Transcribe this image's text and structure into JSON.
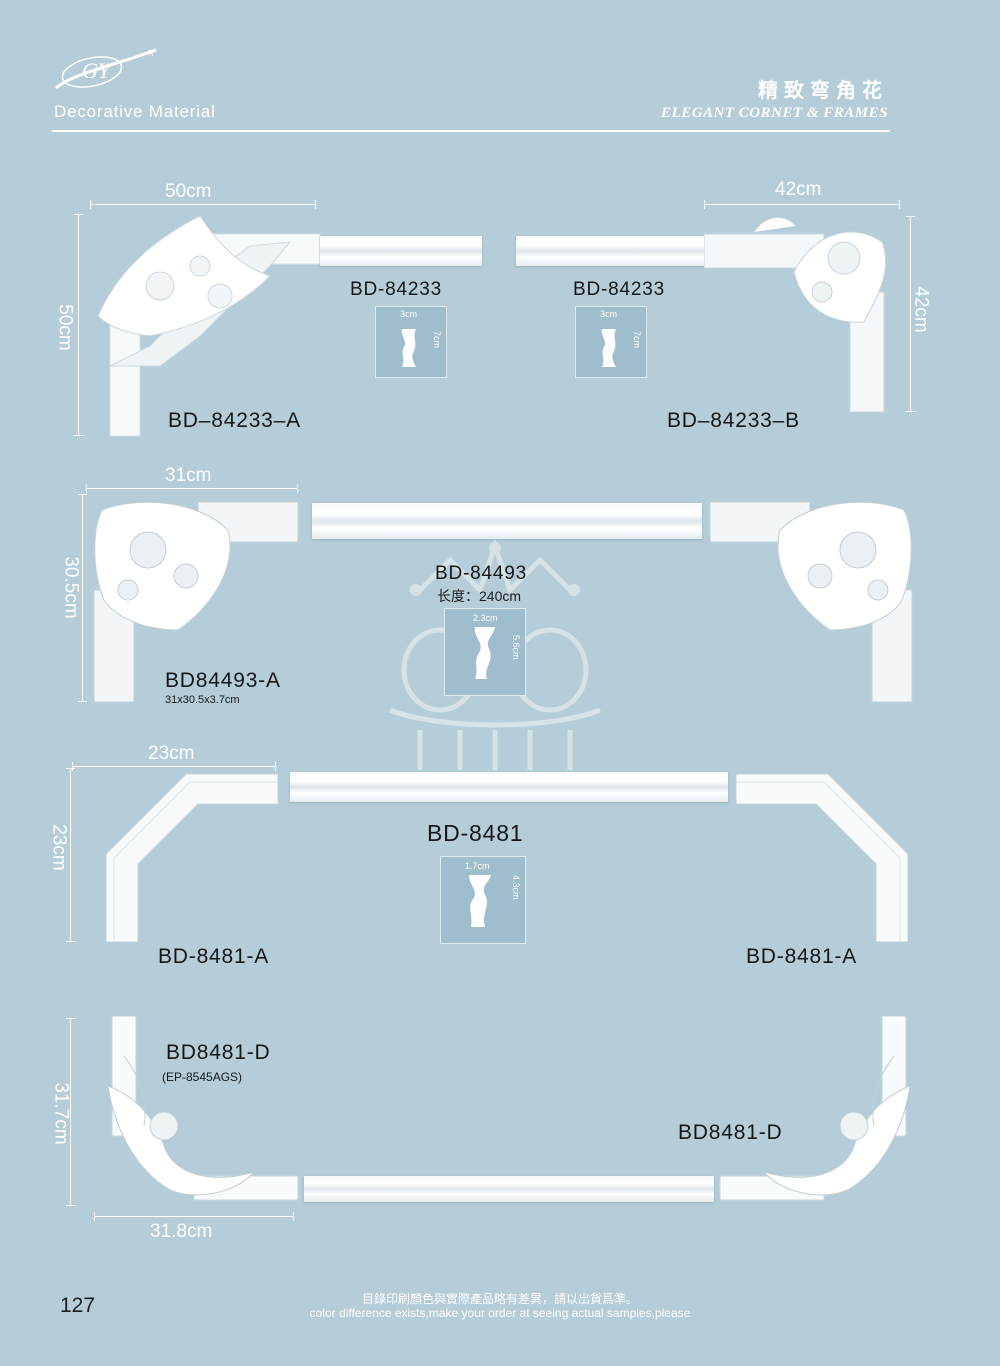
{
  "header": {
    "logo_text": "GY",
    "logo_mark": "R",
    "brand": "Decorative Material",
    "title_cn": "精致弯角花",
    "title_en": "ELEGANT CORNET & FRAMES"
  },
  "section1": {
    "left": {
      "dim_width": "50cm",
      "dim_height": "50cm",
      "label": "BD–84233–A"
    },
    "right": {
      "dim_width": "42cm",
      "dim_height": "42cm",
      "label": "BD–84233–B"
    },
    "profile_left": {
      "code": "BD-84233",
      "w": "3cm",
      "h": "7cm"
    },
    "profile_right": {
      "code": "BD-84233",
      "w": "3cm",
      "h": "7cm"
    }
  },
  "section2": {
    "dim_width": "31cm",
    "dim_height": "30.5cm",
    "label": "BD84493-A",
    "size": "31x30.5x3.7cm",
    "profile": {
      "code": "BD-84493",
      "length": "长度：240cm",
      "w": "2.3cm",
      "h": "5.6cm"
    }
  },
  "section3": {
    "dim_width": "23cm",
    "dim_height": "23cm",
    "label_left": "BD-8481-A",
    "label_right": "BD-8481-A",
    "profile": {
      "code": "BD-8481",
      "w": "1.7cm",
      "h": "4.3cm"
    }
  },
  "section4": {
    "dim_height": "31.7cm",
    "dim_width": "31.8cm",
    "label_left": "BD8481-D",
    "sub_left": "(EP-8545AGS)",
    "label_right": "BD8481-D"
  },
  "footer": {
    "page": "127",
    "note_cn": "目錄印刷顏色與實際產品略有差異，請以出貨爲準。",
    "note_en": "color difference exists,make your order at seeing actual samples,please"
  },
  "colors": {
    "background": "#b4cdd8",
    "moulding": "#ffffff",
    "text": "#1c1c1c"
  }
}
